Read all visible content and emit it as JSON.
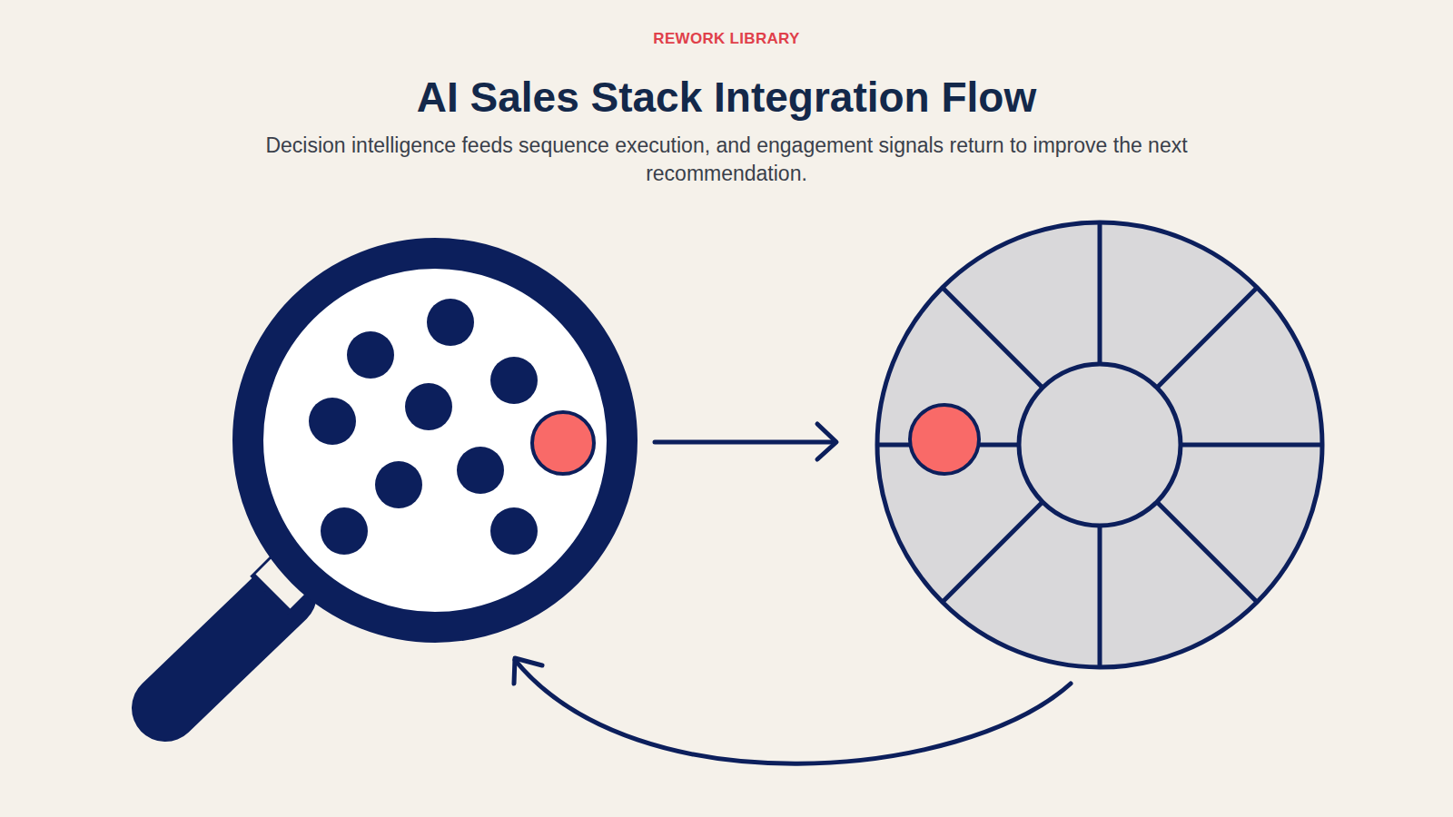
{
  "diagram": {
    "title": "AI Sales Stack Integration Flow",
    "caption": "Decision intelligence feeds sequence execution, and engagement signals return to improve the next recommendation.",
    "labels": [
      "REWORK LIBRARY"
    ]
  }
}
